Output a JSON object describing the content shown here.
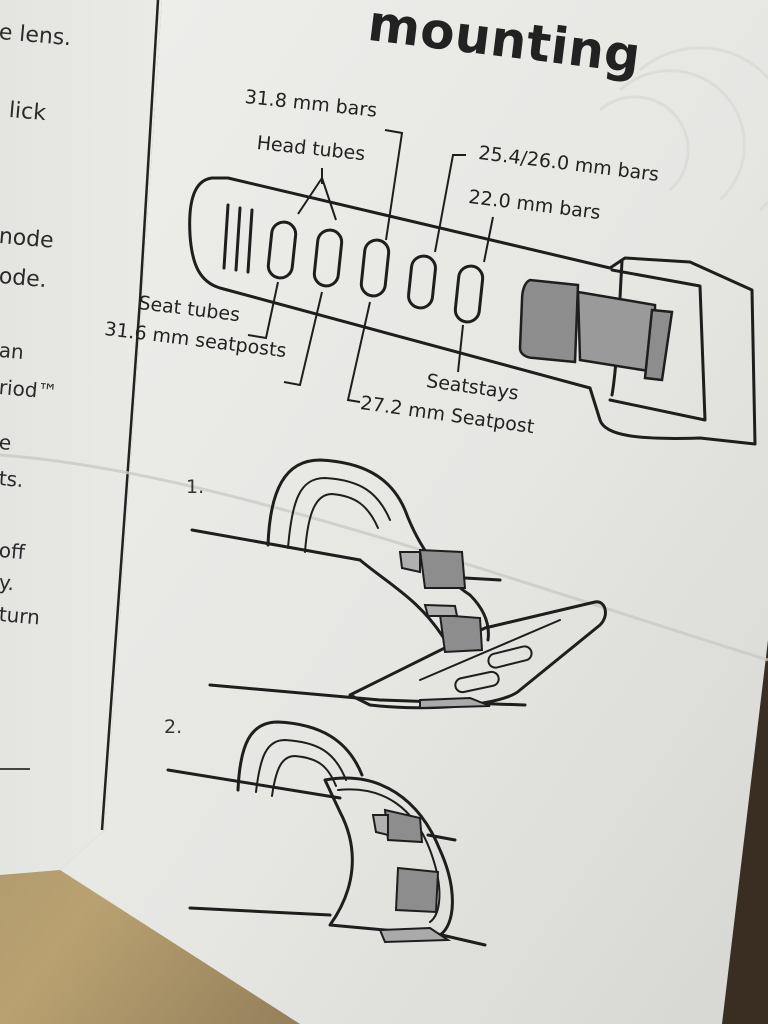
{
  "left_column": {
    "fragments": [
      "e lens.",
      "lick",
      "node",
      "ode.",
      "an",
      "riod™",
      "e",
      "ts.",
      "off",
      "y.",
      "turn"
    ]
  },
  "section": {
    "title": "mounting"
  },
  "mount_labels": {
    "bars_318": "31.8 mm bars",
    "head_tubes": "Head tubes",
    "bars_254_260": "25.4/26.0 mm bars",
    "bars_220": "22.0 mm bars",
    "seat_tubes": "Seat tubes",
    "seatposts_316": "31.6 mm seatposts",
    "seatstays": "Seatstays",
    "seatpost_272": "27.2 mm Seatpost"
  },
  "steps": [
    {
      "number": "1."
    },
    {
      "number": "2."
    }
  ],
  "colors": {
    "paper": "#e9e9e6",
    "ink": "#1e1e1e",
    "strap_gray": "#8d8d8d",
    "background_wood": "#6b5a45"
  }
}
